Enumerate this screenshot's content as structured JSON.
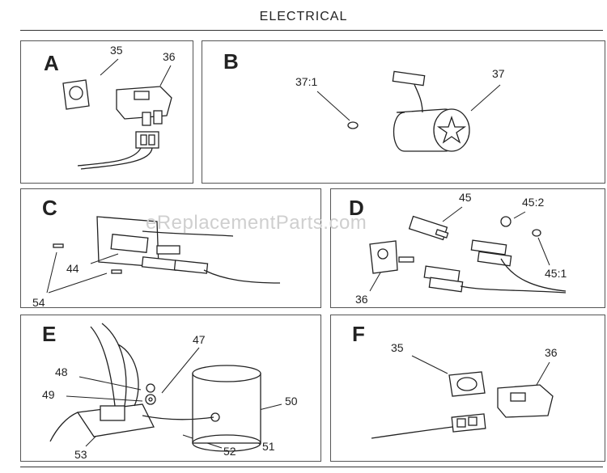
{
  "header": {
    "title": "ELECTRICAL"
  },
  "watermark": "eReplacementParts.com",
  "panels": {
    "a": {
      "label": "A",
      "callouts": [
        "35",
        "36"
      ]
    },
    "b": {
      "label": "B",
      "callouts": [
        "37:1",
        "37"
      ]
    },
    "c": {
      "label": "C",
      "callouts": [
        "44",
        "54"
      ]
    },
    "d": {
      "label": "D",
      "callouts": [
        "45",
        "45:2",
        "45:1",
        "36"
      ]
    },
    "e": {
      "label": "E",
      "callouts": [
        "47",
        "48",
        "49",
        "50",
        "51",
        "52",
        "53"
      ]
    },
    "f": {
      "label": "F",
      "callouts": [
        "35",
        "36"
      ]
    }
  }
}
